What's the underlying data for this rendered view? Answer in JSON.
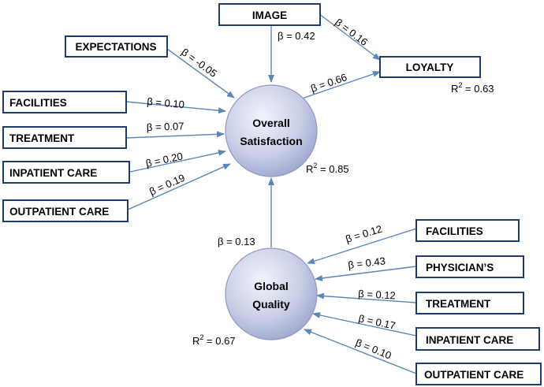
{
  "boxes": {
    "image": "IMAGE",
    "expectations": "EXPECTATIONS",
    "loyalty": "LOYALTY",
    "facilities_left": "FACILITIES",
    "treatment_left": "TREATMENT",
    "inpatient_left": "INPATIENT CARE",
    "outpatient_left": "OUTPATIENT CARE",
    "facilities_right": "FACILITIES",
    "physicians_right": "PHYSICIAN’S",
    "treatment_right": "TREATMENT",
    "inpatient_right": "INPATIENT CARE",
    "outpatient_right": "OUTPATIENT CARE"
  },
  "nodes": {
    "satisfaction_line1": "Overall",
    "satisfaction_line2": "Satisfaction",
    "quality_line1": "Global",
    "quality_line2": "Quality"
  },
  "coefficients": {
    "image_satisfaction": "β = 0.42",
    "image_loyalty": "β = 0.16",
    "expectations_satisfaction": "β = -0.05",
    "satisfaction_loyalty": "β = 0.66",
    "facilities_satisfaction": "β = 0.10",
    "treatment_satisfaction": "β = 0.07",
    "inpatient_satisfaction": "β = 0.20",
    "outpatient_satisfaction": "β = 0.19",
    "quality_satisfaction": "β = 0.13",
    "facilities_quality": "β = 0.12",
    "physicians_quality": "β = 0.43",
    "treatment_quality": "β = 0.12",
    "inpatient_quality": "β = 0.17",
    "outpatient_quality": "β = 0.10"
  },
  "r_squared": {
    "loyalty_label": "R",
    "loyalty_value": " = 0.63",
    "satisfaction_label": "R",
    "satisfaction_value": " = 0.85",
    "quality_label": "R",
    "quality_value": " = 0.67",
    "superscript": "2"
  },
  "colors": {
    "box_border": "#1f3d6b",
    "arrow": "#5a86b8",
    "circle_light": "#eef0fa",
    "circle_dark": "#9ba6cf"
  }
}
